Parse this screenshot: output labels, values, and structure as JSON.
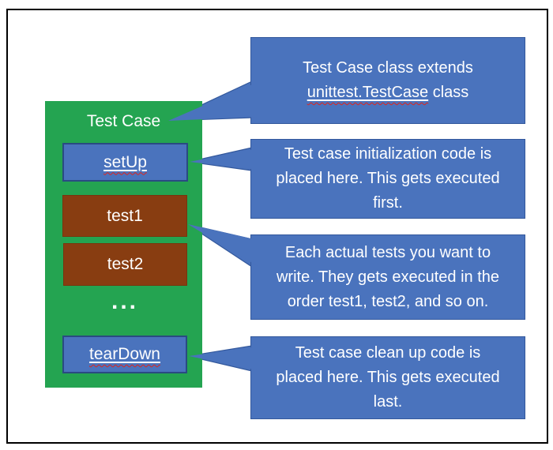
{
  "container": {
    "title": "Test Case",
    "color": "#24a451",
    "items": [
      {
        "label": "setUp",
        "color": "#4a73bd",
        "spellcheck_squiggle": true
      },
      {
        "label": "test1",
        "color": "#883d11",
        "spellcheck_squiggle": false
      },
      {
        "label": "test2",
        "color": "#883d11",
        "spellcheck_squiggle": false
      },
      {
        "label": "...",
        "color": "transparent",
        "spellcheck_squiggle": false
      },
      {
        "label": "tearDown",
        "color": "#4a73bd",
        "spellcheck_squiggle": true
      }
    ]
  },
  "callouts": [
    {
      "lines": [
        "Test Case class extends"
      ],
      "underlined_text": "unittest.TestCase",
      "line2_suffix": " class",
      "points_to": "Test Case"
    },
    {
      "lines": [
        "Test case initialization code is",
        "placed here. This gets executed",
        "first."
      ],
      "points_to": "setUp"
    },
    {
      "lines": [
        "Each actual tests you want to",
        "write. They gets executed in the",
        "order test1, test2, and so on."
      ],
      "points_to": "test1"
    },
    {
      "lines": [
        "Test case clean up code is",
        "placed here. This gets executed",
        "last."
      ],
      "points_to": "tearDown"
    }
  ],
  "colors": {
    "callout_blue": "#4a73bd",
    "container_green": "#24a451",
    "test_brown": "#883d11",
    "box_border_navy": "#2a4b82",
    "callout_border": "#33589c",
    "squiggle_red": "#e0241b",
    "text": "#ffffff",
    "frame_border": "#000000"
  }
}
